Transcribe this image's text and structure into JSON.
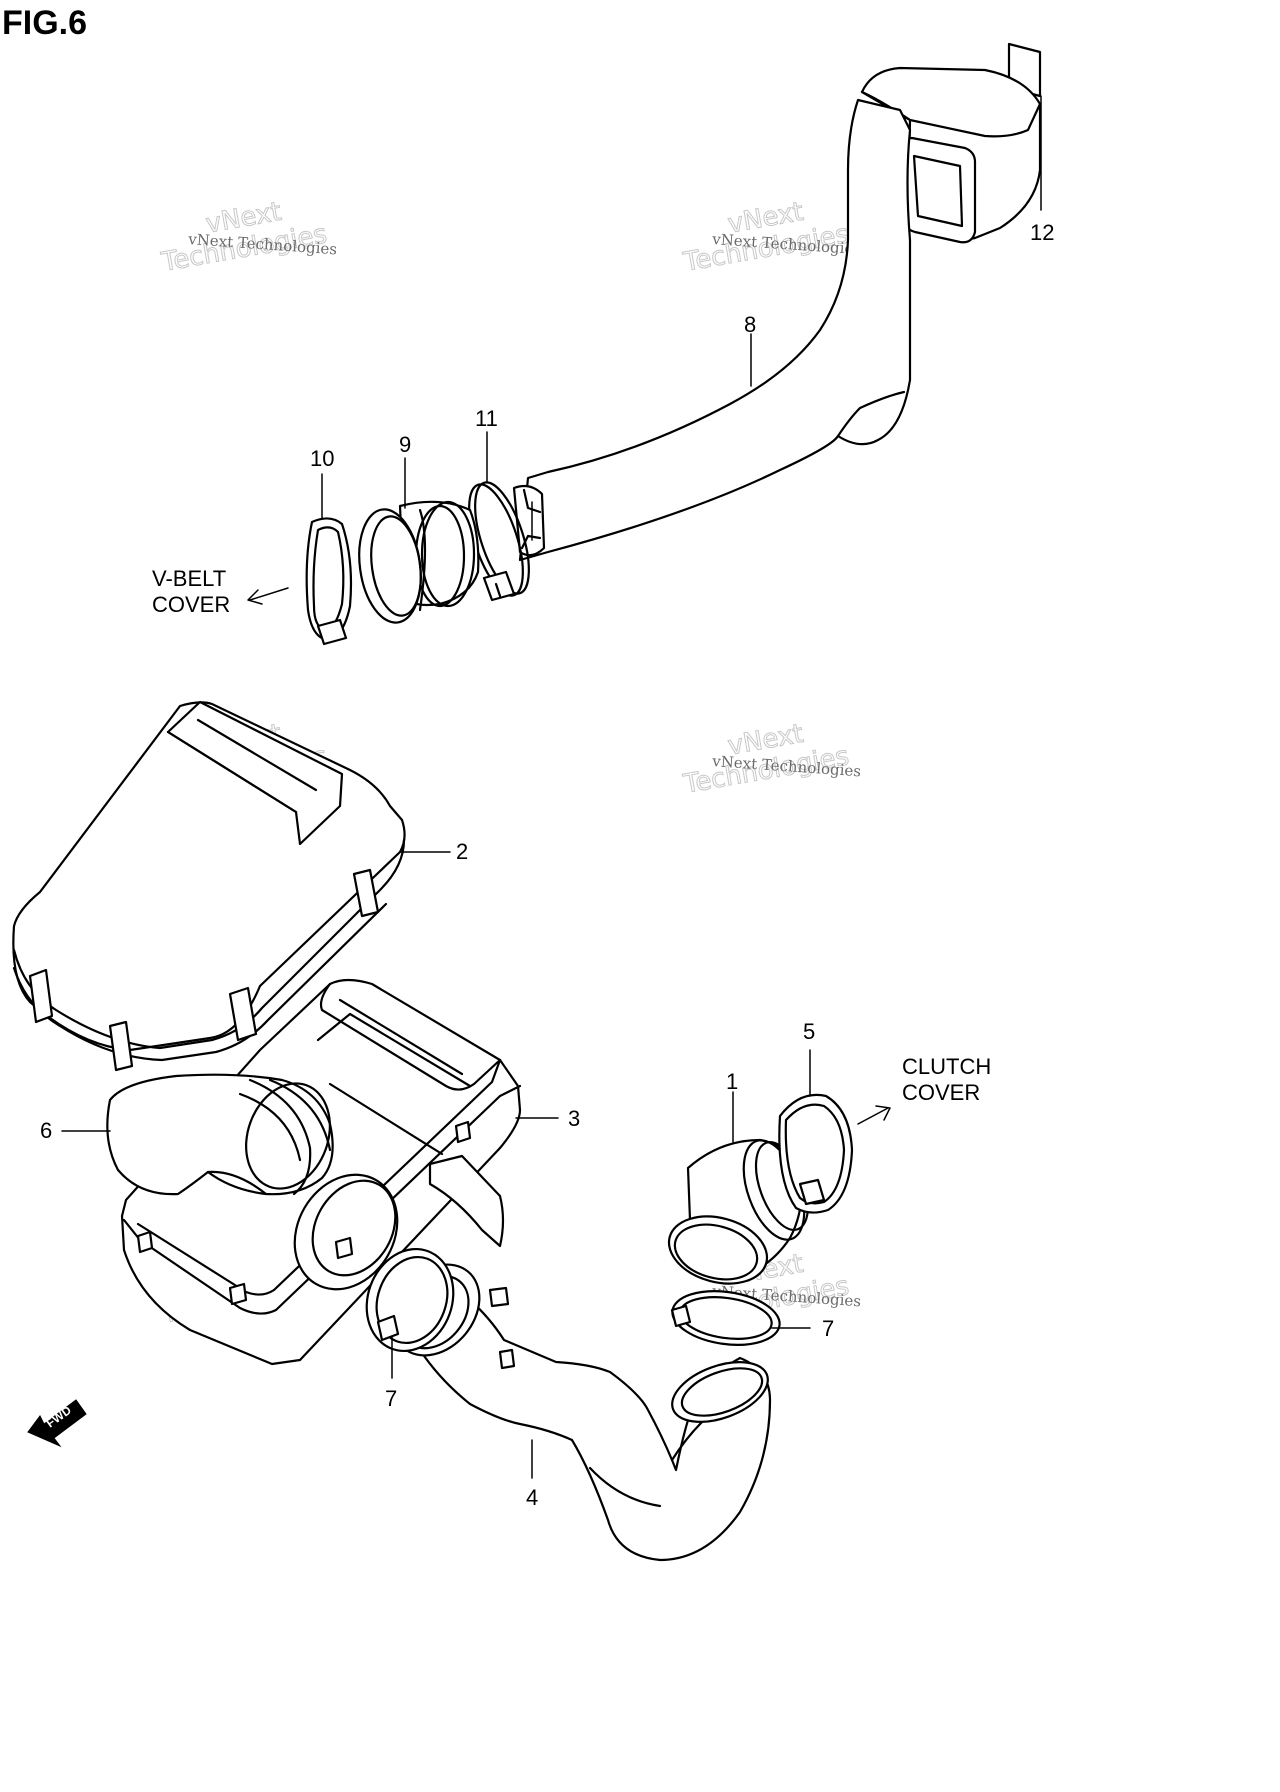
{
  "figure": {
    "title": "FIG.6"
  },
  "callouts": {
    "c1": "1",
    "c2": "2",
    "c3": "3",
    "c4": "4",
    "c5": "5",
    "c6": "6",
    "c7a": "7",
    "c7b": "7",
    "c8": "8",
    "c9": "9",
    "c10": "10",
    "c11": "11",
    "c12": "12"
  },
  "notes": {
    "vbelt_line1": "V-BELT",
    "vbelt_line2": "COVER",
    "clutch_line1": "CLUTCH",
    "clutch_line2": "COVER"
  },
  "fwd_label": "FWD",
  "watermark": {
    "small": "vNext Technologies",
    "big_top": "vNext",
    "big_bottom": "Technologies"
  }
}
